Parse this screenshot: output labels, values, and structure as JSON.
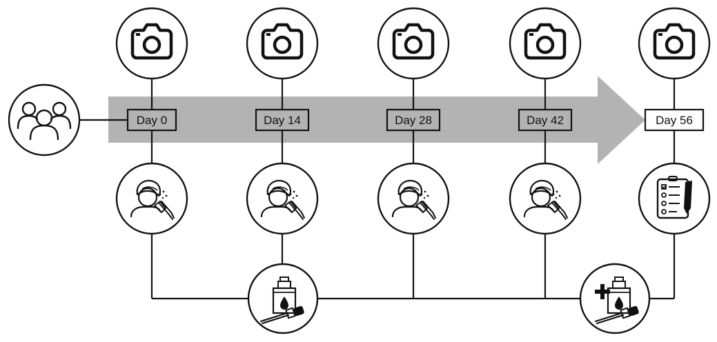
{
  "timeline": {
    "days": [
      {
        "label": "Day 0",
        "photo_icon": "camera-icon",
        "visit_icon": "face-serum-application-icon"
      },
      {
        "label": "Day 14",
        "photo_icon": "camera-icon",
        "visit_icon": "face-serum-application-icon"
      },
      {
        "label": "Day 28",
        "photo_icon": "camera-icon",
        "visit_icon": "face-serum-application-icon"
      },
      {
        "label": "Day 42",
        "photo_icon": "camera-icon",
        "visit_icon": "face-serum-application-icon"
      },
      {
        "label": "Day 56",
        "photo_icon": "camera-icon",
        "visit_icon": "questionnaire-clipboard-icon"
      }
    ],
    "participants_icon": "participants-group-icon",
    "product_icon": "serum-dropper-bottle-icon",
    "added_product_icon": "serum-dropper-bottle-plus-icon"
  },
  "colors": {
    "arrow_fill": "#b3b3b3",
    "line": "#111111",
    "box_fill_active": "#b3b3b3",
    "box_fill_final": "#ffffff"
  }
}
